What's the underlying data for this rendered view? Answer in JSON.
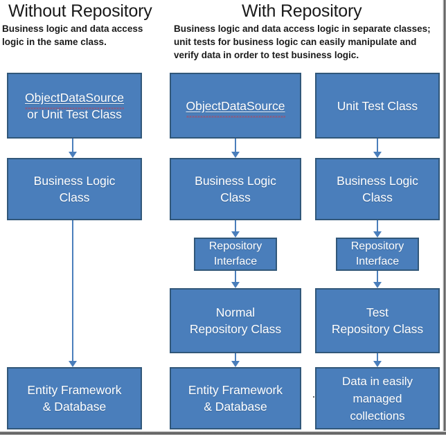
{
  "diagram": {
    "title_left": "Without Repository",
    "title_right": "With Repository",
    "desc_left": "Business logic and data access logic in the same class.",
    "desc_right": "Business logic and data access logic in separate classes; unit tests for business logic can easily manipulate and verify data in order to test business logic.",
    "colors": {
      "box_fill": "#4a7ebb",
      "box_border": "#315779",
      "box_text": "#ffffff",
      "connector": "#4a7ebb",
      "heading_text": "#191919",
      "spellcheck_underline": "#e03030"
    },
    "columns": [
      {
        "name": "without-repository",
        "nodes": [
          {
            "id": "objectdatasource-or-unit-test-class",
            "line1": "ObjectDataSource",
            "line1_misspelled": true,
            "line2": "or Unit Test Class"
          },
          {
            "id": "business-logic-class",
            "line1": "Business Logic",
            "line2": "Class"
          },
          {
            "id": "entity-framework-database",
            "line1": "Entity Framework",
            "line2": "& Database"
          }
        ]
      },
      {
        "name": "with-repository-normal",
        "nodes": [
          {
            "id": "objectdatasource",
            "line1": "ObjectDataSource",
            "line1_misspelled": true,
            "line2": ""
          },
          {
            "id": "business-logic-class",
            "line1": "Business Logic",
            "line2": "Class"
          },
          {
            "id": "repository-interface",
            "line1": "Repository",
            "line2": "Interface"
          },
          {
            "id": "normal-repository-class",
            "line1": "Normal",
            "line2": "Repository Class"
          },
          {
            "id": "entity-framework-database",
            "line1": "Entity Framework",
            "line2": "& Database"
          }
        ]
      },
      {
        "name": "with-repository-test",
        "nodes": [
          {
            "id": "unit-test-class",
            "line1": "Unit Test Class",
            "line2": ""
          },
          {
            "id": "business-logic-class",
            "line1": "Business Logic",
            "line2": "Class"
          },
          {
            "id": "repository-interface",
            "line1": "Repository",
            "line2": "Interface"
          },
          {
            "id": "test-repository-class",
            "line1": "Test",
            "line2": "Repository Class"
          },
          {
            "id": "data-in-easily-managed-collections",
            "line1": "Data in easily",
            "line2": "managed",
            "line3": "collections"
          }
        ]
      }
    ]
  }
}
